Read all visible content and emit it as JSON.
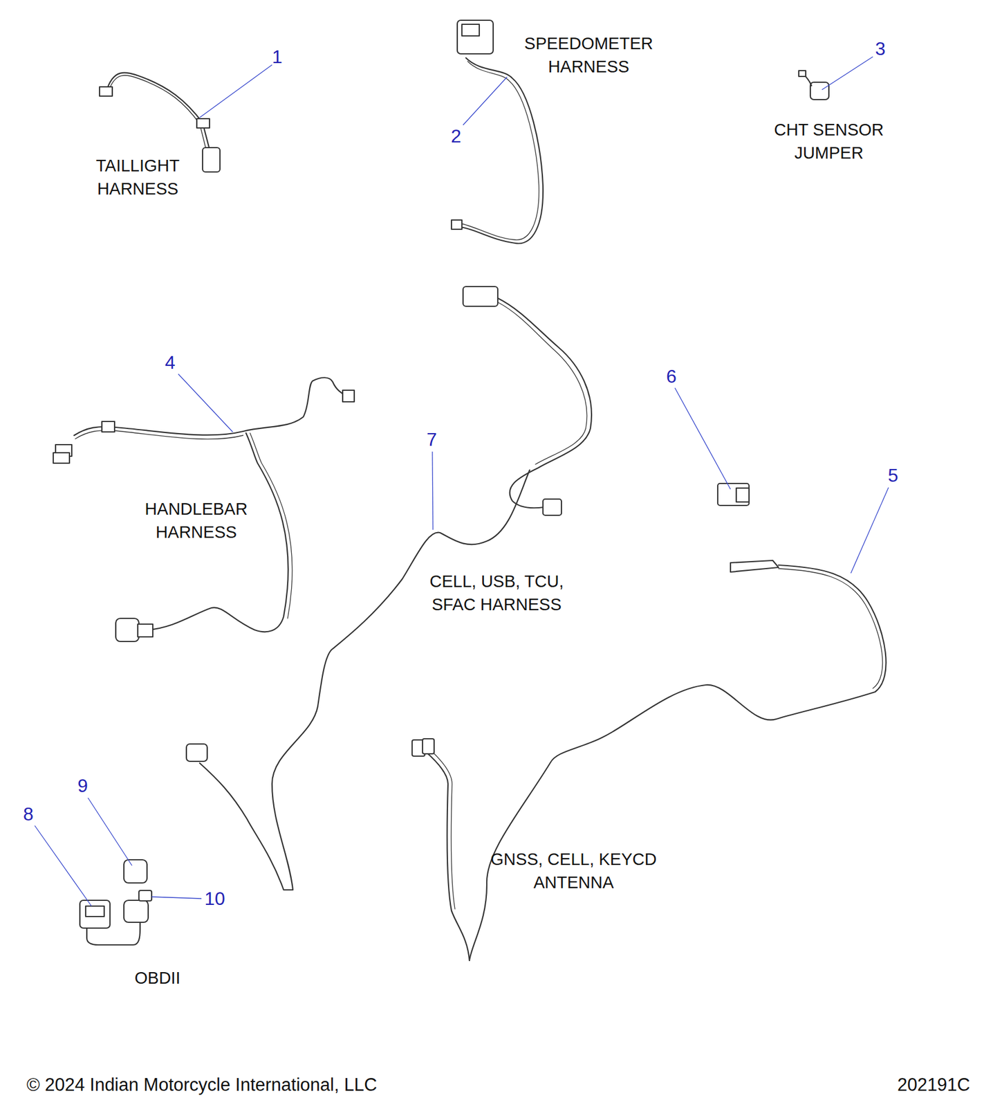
{
  "diagram": {
    "labels": [
      "1",
      "TAILLIGHT HARNESS",
      "SPEEDOMETER HARNESS",
      "2",
      "3",
      "CHT SENSOR JUMPER",
      "4",
      "HANDLEBAR HARNESS",
      "7",
      "6",
      "5",
      "CELL, USB, TCU, SFAC HARNESS",
      "GNSS, CELL, KEYCD ANTENNA",
      "9",
      "8",
      "10",
      "OBDII",
      "© 2024 Indian Motorcycle International, LLC",
      "202191C"
    ]
  }
}
